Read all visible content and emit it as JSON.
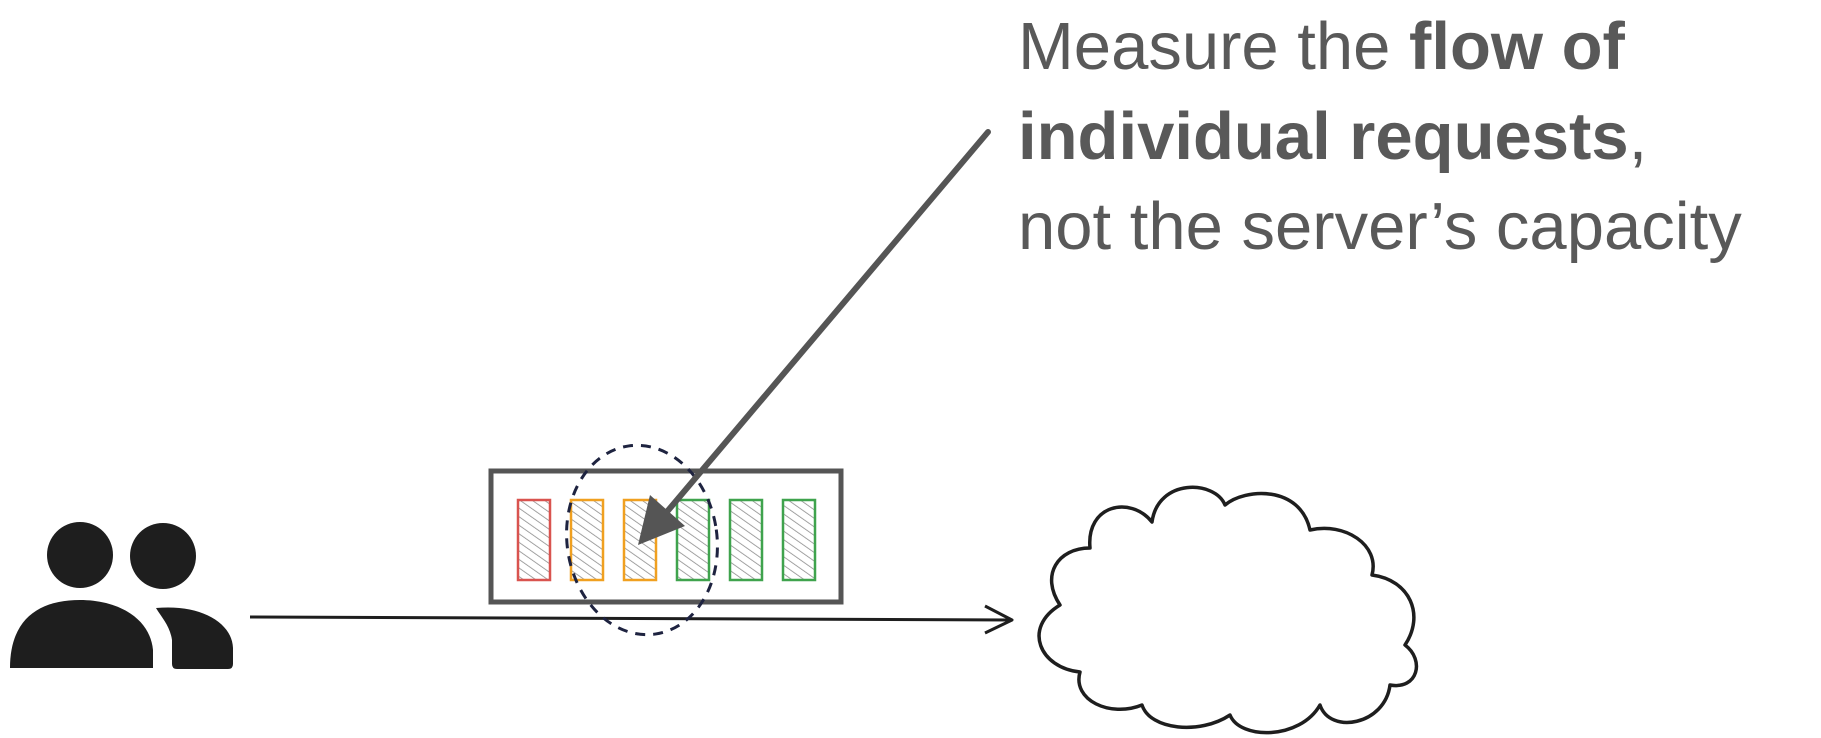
{
  "annotation": {
    "line1_plain": "Measure the ",
    "line1_bold": "flow of",
    "line2_bold": "individual requests",
    "line2_plain": ",",
    "line3_plain": "not the server’s capacity"
  },
  "requests": [
    {
      "status": "red",
      "color": "#d9534f"
    },
    {
      "status": "orange",
      "color": "#f0a020"
    },
    {
      "status": "orange",
      "color": "#f0a020"
    },
    {
      "status": "green",
      "color": "#3fa34d"
    },
    {
      "status": "green",
      "color": "#3fa34d"
    },
    {
      "status": "green",
      "color": "#3fa34d"
    }
  ],
  "colors": {
    "text": "#595959",
    "arrow": "#555555",
    "box": "#555555",
    "users": "#1e1e1e",
    "dashed_circle": "#1e2340",
    "line": "#1e1e1e"
  },
  "icons": {
    "users": "users-icon",
    "server": "cloud-icon"
  }
}
